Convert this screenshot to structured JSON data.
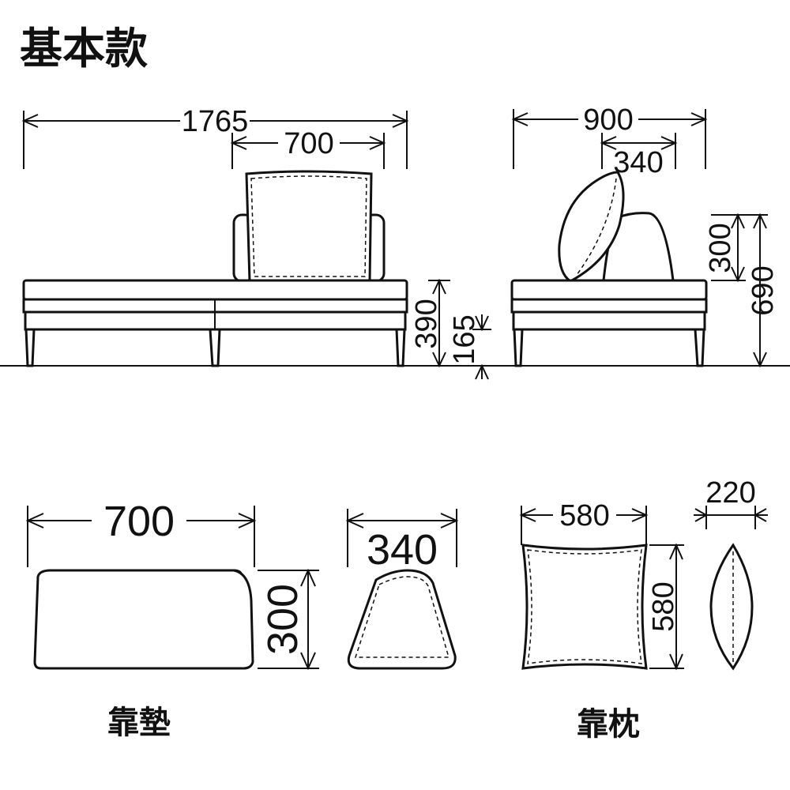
{
  "title": "基本款",
  "sofa": {
    "width_total": "1765",
    "back_width": "700",
    "seat_height": "390",
    "leg_height": "165"
  },
  "side": {
    "depth_total": "900",
    "cushion_depth": "340",
    "cushion_height": "300",
    "height_total": "690"
  },
  "cushion": {
    "width": "700",
    "depth": "340",
    "height": "300",
    "label": "靠墊"
  },
  "pillow": {
    "width": "580",
    "height": "580",
    "thickness": "220",
    "label": "靠枕"
  }
}
